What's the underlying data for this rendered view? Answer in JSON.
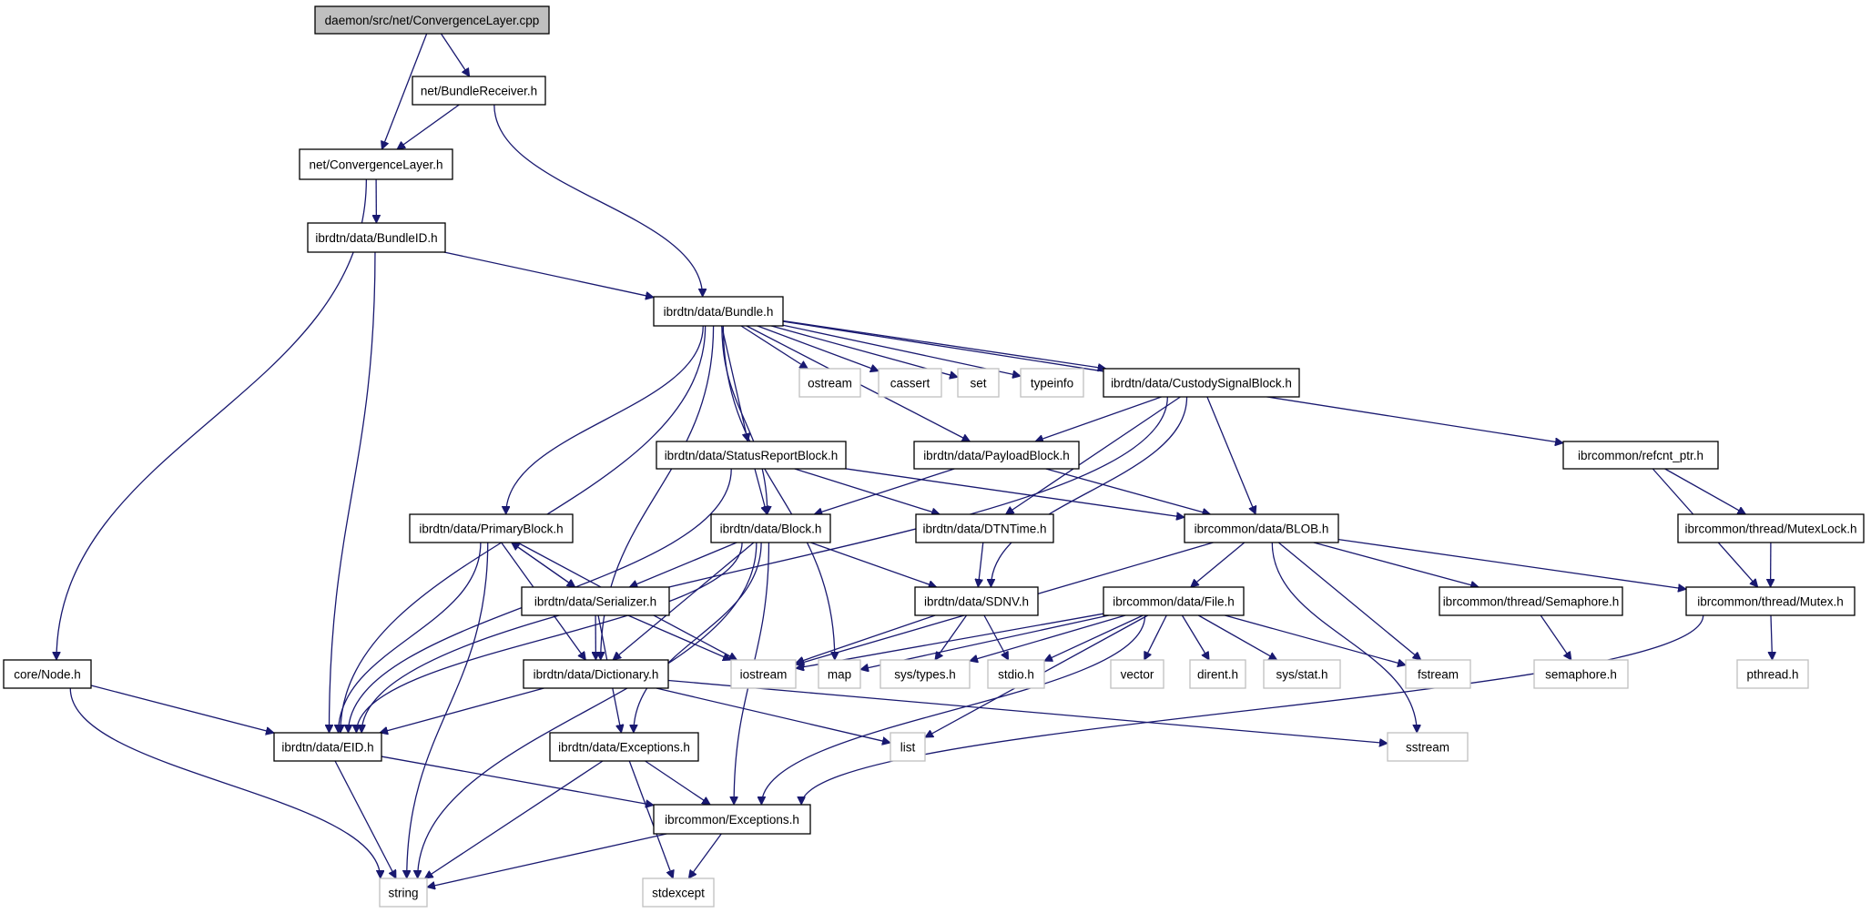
{
  "diagram": {
    "type": "include-dependency-graph",
    "colors": {
      "edge": "#191970",
      "root_fill": "#bfbfbf",
      "project_border": "#000000",
      "system_border": "#bfbfbf"
    },
    "nodes": [
      {
        "id": "cl_cpp",
        "label": "daemon/src/net/ConvergenceLayer.cpp",
        "kind": "root"
      },
      {
        "id": "bundlereceiver",
        "label": "net/BundleReceiver.h",
        "kind": "project"
      },
      {
        "id": "cl_h",
        "label": "net/ConvergenceLayer.h",
        "kind": "project"
      },
      {
        "id": "bundleid",
        "label": "ibrdtn/data/BundleID.h",
        "kind": "project"
      },
      {
        "id": "bundle",
        "label": "ibrdtn/data/Bundle.h",
        "kind": "project"
      },
      {
        "id": "ostream",
        "label": "ostream",
        "kind": "system"
      },
      {
        "id": "cassert",
        "label": "cassert",
        "kind": "system"
      },
      {
        "id": "set",
        "label": "set",
        "kind": "system"
      },
      {
        "id": "typeinfo",
        "label": "typeinfo",
        "kind": "system"
      },
      {
        "id": "custody",
        "label": "ibrdtn/data/CustodySignalBlock.h",
        "kind": "project"
      },
      {
        "id": "refcnt",
        "label": "ibrcommon/refcnt_ptr.h",
        "kind": "project"
      },
      {
        "id": "statusreport",
        "label": "ibrdtn/data/StatusReportBlock.h",
        "kind": "project"
      },
      {
        "id": "payload",
        "label": "ibrdtn/data/PayloadBlock.h",
        "kind": "project"
      },
      {
        "id": "primary",
        "label": "ibrdtn/data/PrimaryBlock.h",
        "kind": "project"
      },
      {
        "id": "block",
        "label": "ibrdtn/data/Block.h",
        "kind": "project"
      },
      {
        "id": "dtntime",
        "label": "ibrdtn/data/DTNTime.h",
        "kind": "project"
      },
      {
        "id": "blob",
        "label": "ibrcommon/data/BLOB.h",
        "kind": "project"
      },
      {
        "id": "mutexlock",
        "label": "ibrcommon/thread/MutexLock.h",
        "kind": "project"
      },
      {
        "id": "serializer",
        "label": "ibrdtn/data/Serializer.h",
        "kind": "project"
      },
      {
        "id": "sdnv",
        "label": "ibrdtn/data/SDNV.h",
        "kind": "project"
      },
      {
        "id": "file",
        "label": "ibrcommon/data/File.h",
        "kind": "project"
      },
      {
        "id": "semaphore_h",
        "label": "ibrcommon/thread/Semaphore.h",
        "kind": "project"
      },
      {
        "id": "mutex",
        "label": "ibrcommon/thread/Mutex.h",
        "kind": "project"
      },
      {
        "id": "node",
        "label": "core/Node.h",
        "kind": "project"
      },
      {
        "id": "dictionary",
        "label": "ibrdtn/data/Dictionary.h",
        "kind": "project"
      },
      {
        "id": "iostream",
        "label": "iostream",
        "kind": "system"
      },
      {
        "id": "map",
        "label": "map",
        "kind": "system"
      },
      {
        "id": "systypes",
        "label": "sys/types.h",
        "kind": "system"
      },
      {
        "id": "stdio",
        "label": "stdio.h",
        "kind": "system"
      },
      {
        "id": "vector",
        "label": "vector",
        "kind": "system"
      },
      {
        "id": "dirent",
        "label": "dirent.h",
        "kind": "system"
      },
      {
        "id": "sysstat",
        "label": "sys/stat.h",
        "kind": "system"
      },
      {
        "id": "fstream",
        "label": "fstream",
        "kind": "system"
      },
      {
        "id": "semaphore_sys",
        "label": "semaphore.h",
        "kind": "system"
      },
      {
        "id": "pthread",
        "label": "pthread.h",
        "kind": "system"
      },
      {
        "id": "eid",
        "label": "ibrdtn/data/EID.h",
        "kind": "project"
      },
      {
        "id": "exceptions_dtn",
        "label": "ibrdtn/data/Exceptions.h",
        "kind": "project"
      },
      {
        "id": "list",
        "label": "list",
        "kind": "system"
      },
      {
        "id": "sstream",
        "label": "sstream",
        "kind": "system"
      },
      {
        "id": "exceptions_common",
        "label": "ibrcommon/Exceptions.h",
        "kind": "project"
      },
      {
        "id": "string",
        "label": "string",
        "kind": "system"
      },
      {
        "id": "stdexcept",
        "label": "stdexcept",
        "kind": "system"
      }
    ],
    "edges": [
      [
        "cl_cpp",
        "cl_h"
      ],
      [
        "cl_cpp",
        "bundlereceiver"
      ],
      [
        "bundlereceiver",
        "cl_h"
      ],
      [
        "bundlereceiver",
        "bundle"
      ],
      [
        "cl_h",
        "node"
      ],
      [
        "cl_h",
        "bundleid"
      ],
      [
        "bundleid",
        "eid"
      ],
      [
        "bundleid",
        "bundle"
      ],
      [
        "bundle",
        "eid"
      ],
      [
        "bundle",
        "primary"
      ],
      [
        "bundle",
        "dictionary"
      ],
      [
        "bundle",
        "block"
      ],
      [
        "bundle",
        "statusreport"
      ],
      [
        "bundle",
        "map"
      ],
      [
        "bundle",
        "payload"
      ],
      [
        "bundle",
        "ostream"
      ],
      [
        "bundle",
        "cassert"
      ],
      [
        "bundle",
        "set"
      ],
      [
        "bundle",
        "typeinfo"
      ],
      [
        "bundle",
        "custody"
      ],
      [
        "bundle",
        "refcnt"
      ],
      [
        "custody",
        "eid"
      ],
      [
        "custody",
        "payload"
      ],
      [
        "custody",
        "dtntime"
      ],
      [
        "custody",
        "sdnv"
      ],
      [
        "custody",
        "blob"
      ],
      [
        "statusreport",
        "eid"
      ],
      [
        "statusreport",
        "block"
      ],
      [
        "statusreport",
        "dtntime"
      ],
      [
        "statusreport",
        "blob"
      ],
      [
        "payload",
        "block"
      ],
      [
        "payload",
        "blob"
      ],
      [
        "refcnt",
        "mutexlock"
      ],
      [
        "refcnt",
        "mutex"
      ],
      [
        "primary",
        "eid"
      ],
      [
        "primary",
        "string"
      ],
      [
        "primary",
        "serializer"
      ],
      [
        "primary",
        "dictionary"
      ],
      [
        "primary",
        "iostream"
      ],
      [
        "block",
        "eid"
      ],
      [
        "block",
        "string"
      ],
      [
        "block",
        "serializer"
      ],
      [
        "block",
        "dictionary"
      ],
      [
        "block",
        "exceptions_dtn"
      ],
      [
        "block",
        "sdnv"
      ],
      [
        "block",
        "exceptions_common"
      ],
      [
        "dtntime",
        "sdnv"
      ],
      [
        "blob",
        "iostream"
      ],
      [
        "blob",
        "file"
      ],
      [
        "blob",
        "fstream"
      ],
      [
        "blob",
        "semaphore_h"
      ],
      [
        "blob",
        "mutex"
      ],
      [
        "blob",
        "sstream"
      ],
      [
        "mutexlock",
        "mutex"
      ],
      [
        "serializer",
        "primary"
      ],
      [
        "serializer",
        "dictionary"
      ],
      [
        "serializer",
        "iostream"
      ],
      [
        "serializer",
        "exceptions_dtn"
      ],
      [
        "sdnv",
        "iostream"
      ],
      [
        "sdnv",
        "systypes"
      ],
      [
        "sdnv",
        "stdio"
      ],
      [
        "file",
        "iostream"
      ],
      [
        "file",
        "map"
      ],
      [
        "file",
        "systypes"
      ],
      [
        "file",
        "stdio"
      ],
      [
        "file",
        "vector"
      ],
      [
        "file",
        "dirent"
      ],
      [
        "file",
        "sysstat"
      ],
      [
        "file",
        "fstream"
      ],
      [
        "file",
        "list"
      ],
      [
        "file",
        "exceptions_common"
      ],
      [
        "semaphore_h",
        "semaphore_sys"
      ],
      [
        "mutex",
        "pthread"
      ],
      [
        "mutex",
        "exceptions_common"
      ],
      [
        "node",
        "eid"
      ],
      [
        "node",
        "string"
      ],
      [
        "dictionary",
        "eid"
      ],
      [
        "dictionary",
        "list"
      ],
      [
        "dictionary",
        "sstream"
      ],
      [
        "eid",
        "string"
      ],
      [
        "eid",
        "exceptions_common"
      ],
      [
        "exceptions_dtn",
        "string"
      ],
      [
        "exceptions_dtn",
        "exceptions_common"
      ],
      [
        "exceptions_dtn",
        "stdexcept"
      ],
      [
        "exceptions_common",
        "string"
      ],
      [
        "exceptions_common",
        "stdexcept"
      ]
    ]
  }
}
